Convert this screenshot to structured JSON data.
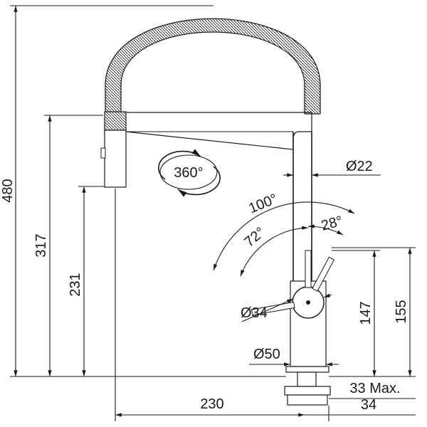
{
  "dimensions": {
    "total_height": "480",
    "spout_height": "317",
    "outlet_height": "231",
    "reach": "230",
    "lever_height": "147",
    "body_height": "155",
    "base_width": "34",
    "max_thickness": "33 Max.",
    "hose_diameter": "Ø22",
    "handle_diameter": "Ø34",
    "base_diameter": "Ø50",
    "rotation": "360°",
    "angle_large": "100°",
    "angle_mid": "72°",
    "angle_small": "28°"
  }
}
